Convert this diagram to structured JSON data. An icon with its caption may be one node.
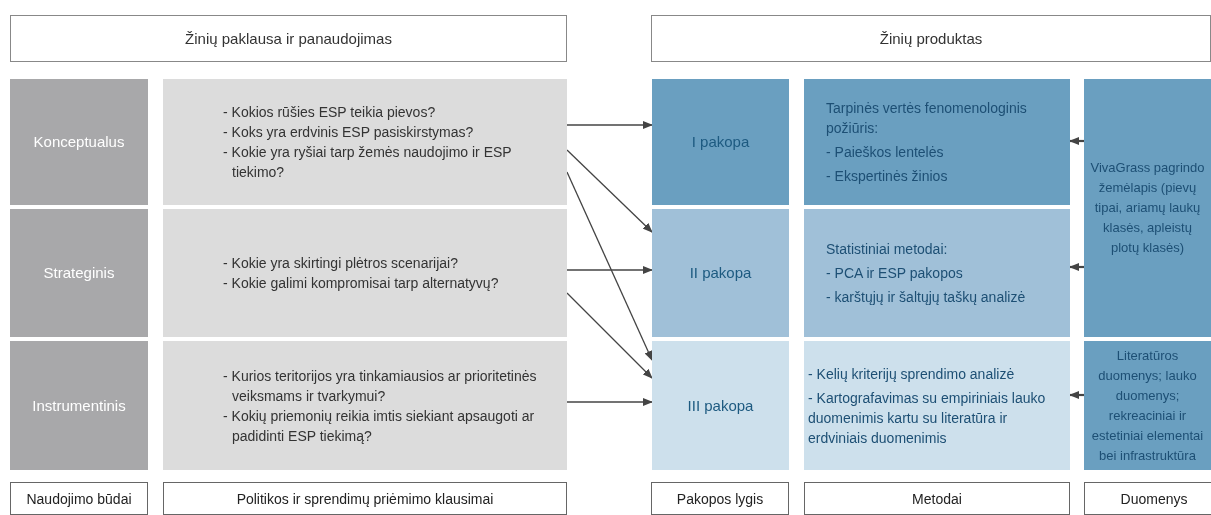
{
  "diagram": {
    "nodes": [
      {
        "text": [
          "Žinių paklausa ir panaudojimas"
        ]
      },
      {
        "text": [
          "Žinių produktas"
        ]
      },
      {
        "text": [
          "Konceptualus"
        ]
      },
      {
        "text": [
          "- Kokios rūšies ESP teikia pievos?",
          "- Koks yra erdvinis ESP pasiskirstymas?",
          "- Kokie yra ryšiai tarp žemės naudojimo ir ESP tiekimo?"
        ]
      },
      {
        "text": [
          "I pakopa"
        ]
      },
      {
        "text": [
          "Tarpinės vertės fenomenologinis požiūris:",
          "- Paieškos lentelės",
          "- Ekspertinės žinios"
        ]
      },
      {
        "text": [
          "VivaGrass pagrindo žemėlapis (pievų tipai, ariamų laukų klasės, apleistų plotų klasės)"
        ]
      },
      {
        "text": [
          "Strateginis"
        ]
      },
      {
        "text": [
          "- Kokie yra skirtingi plėtros scenarijai?",
          "- Kokie galimi kompromisai tarp alternatyvų?"
        ]
      },
      {
        "text": [
          "II pakopa"
        ]
      },
      {
        "text": [
          "Statistiniai metodai:",
          "- PCA ir ESP pakopos",
          "- karštųjų ir šaltųjų taškų analizė"
        ]
      },
      {
        "text": [
          "Instrumentinis"
        ]
      },
      {
        "text": [
          "- Kurios teritorijos yra tinkamiausios ar prioritetinės veiksmams ir tvarkymui?",
          "- Kokių priemonių reikia imtis siekiant apsaugoti ar padidinti ESP tiekimą?"
        ]
      },
      {
        "text": [
          "III pakopa"
        ]
      },
      {
        "text": [
          "- Kelių kriterijų sprendimo analizė",
          "- Kartografavimas su empiriniais lauko duomenimis kartu su literatūra ir erdviniais duomenimis"
        ]
      },
      {
        "text": [
          "Literatūros duomenys; lauko duomenys; rekreaciniai ir estetiniai elementai bei infrastruktūra"
        ]
      },
      {
        "text": [
          "Naudojimo būdai"
        ]
      },
      {
        "text": [
          "Politikos ir sprendimų priėmimo klausimai"
        ]
      },
      {
        "text": [
          "Pakopos lygis"
        ]
      },
      {
        "text": [
          "Metodai"
        ]
      },
      {
        "text": [
          "Duomenys"
        ]
      }
    ],
    "edges": [
      {
        "from": 3,
        "to": 4,
        "arrow": "to"
      },
      {
        "from": 3,
        "to": 9,
        "arrow": "to"
      },
      {
        "from": 3,
        "to": 13,
        "arrow": "to"
      },
      {
        "from": 8,
        "to": 9,
        "arrow": "to"
      },
      {
        "from": 8,
        "to": 13,
        "arrow": "to"
      },
      {
        "from": 12,
        "to": 13,
        "arrow": "to"
      },
      {
        "from": 6,
        "to": 5,
        "arrow": "to"
      },
      {
        "from": 6,
        "to": 10,
        "arrow": "to"
      },
      {
        "from": 15,
        "to": 14,
        "arrow": "to"
      }
    ]
  }
}
